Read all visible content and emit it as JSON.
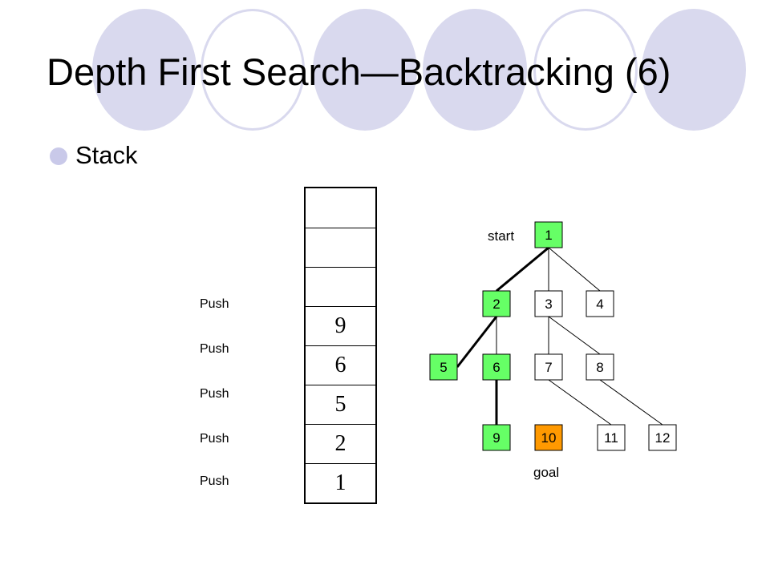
{
  "slide": {
    "title": "Depth First Search—Backtracking (6)",
    "bullet": "Stack"
  },
  "colors": {
    "decor_circle": "#d9d9ee",
    "visited": "#66ff66",
    "goal": "#ff9900",
    "unvisited": "#ffffff",
    "edge": "#000000"
  },
  "stack": {
    "cells": [
      "",
      "",
      "",
      "9",
      "6",
      "5",
      "2",
      "1"
    ],
    "push_labels": [
      "Push",
      "Push",
      "Push",
      "Push",
      "Push"
    ]
  },
  "tree": {
    "start_label": "start",
    "goal_label": "goal",
    "nodes": [
      {
        "id": "1",
        "state": "visited"
      },
      {
        "id": "2",
        "state": "visited"
      },
      {
        "id": "3",
        "state": "unvisited"
      },
      {
        "id": "4",
        "state": "unvisited"
      },
      {
        "id": "5",
        "state": "visited"
      },
      {
        "id": "6",
        "state": "visited"
      },
      {
        "id": "7",
        "state": "unvisited"
      },
      {
        "id": "8",
        "state": "unvisited"
      },
      {
        "id": "9",
        "state": "visited"
      },
      {
        "id": "10",
        "state": "goal"
      },
      {
        "id": "11",
        "state": "unvisited"
      },
      {
        "id": "12",
        "state": "unvisited"
      }
    ],
    "edges": [
      {
        "from": "1",
        "to": "2",
        "bold": true
      },
      {
        "from": "1",
        "to": "3",
        "bold": false
      },
      {
        "from": "1",
        "to": "4",
        "bold": false
      },
      {
        "from": "2",
        "to": "5",
        "bold": true
      },
      {
        "from": "2",
        "to": "6",
        "bold": false
      },
      {
        "from": "3",
        "to": "7",
        "bold": false
      },
      {
        "from": "3",
        "to": "8",
        "bold": false
      },
      {
        "from": "6",
        "to": "9",
        "bold": true
      },
      {
        "from": "7",
        "to": "11",
        "bold": false
      },
      {
        "from": "8",
        "to": "12",
        "bold": false
      }
    ]
  }
}
